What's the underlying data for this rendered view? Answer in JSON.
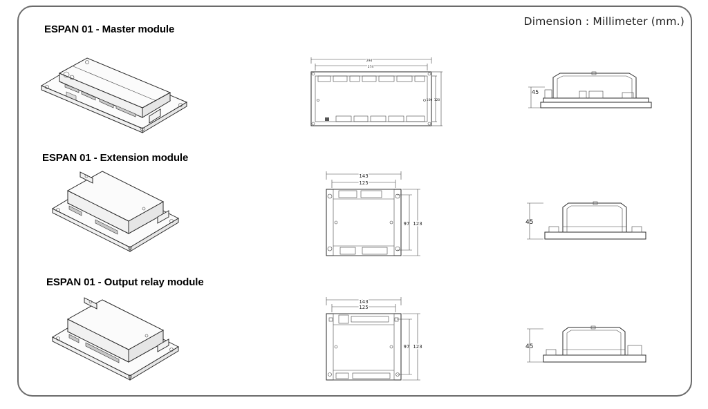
{
  "units_note": "Dimension : Millimeter (mm.)",
  "modules": [
    {
      "title": "ESPAN 01 - Master module",
      "front_dims": {
        "outer_width": "294",
        "inner_width": "274",
        "inner_height": "100",
        "outer_height": "120"
      },
      "side_dims": {
        "height": "45"
      }
    },
    {
      "title": "ESPAN 01 - Extension module",
      "front_dims": {
        "outer_width": "143",
        "inner_width": "125",
        "inner_height": "97",
        "outer_height": "123"
      },
      "side_dims": {
        "height": "45"
      }
    },
    {
      "title": "ESPAN 01 - Output relay module",
      "front_dims": {
        "outer_width": "143",
        "inner_width": "125",
        "inner_height": "97",
        "outer_height": "123"
      },
      "side_dims": {
        "height": "45"
      }
    }
  ]
}
